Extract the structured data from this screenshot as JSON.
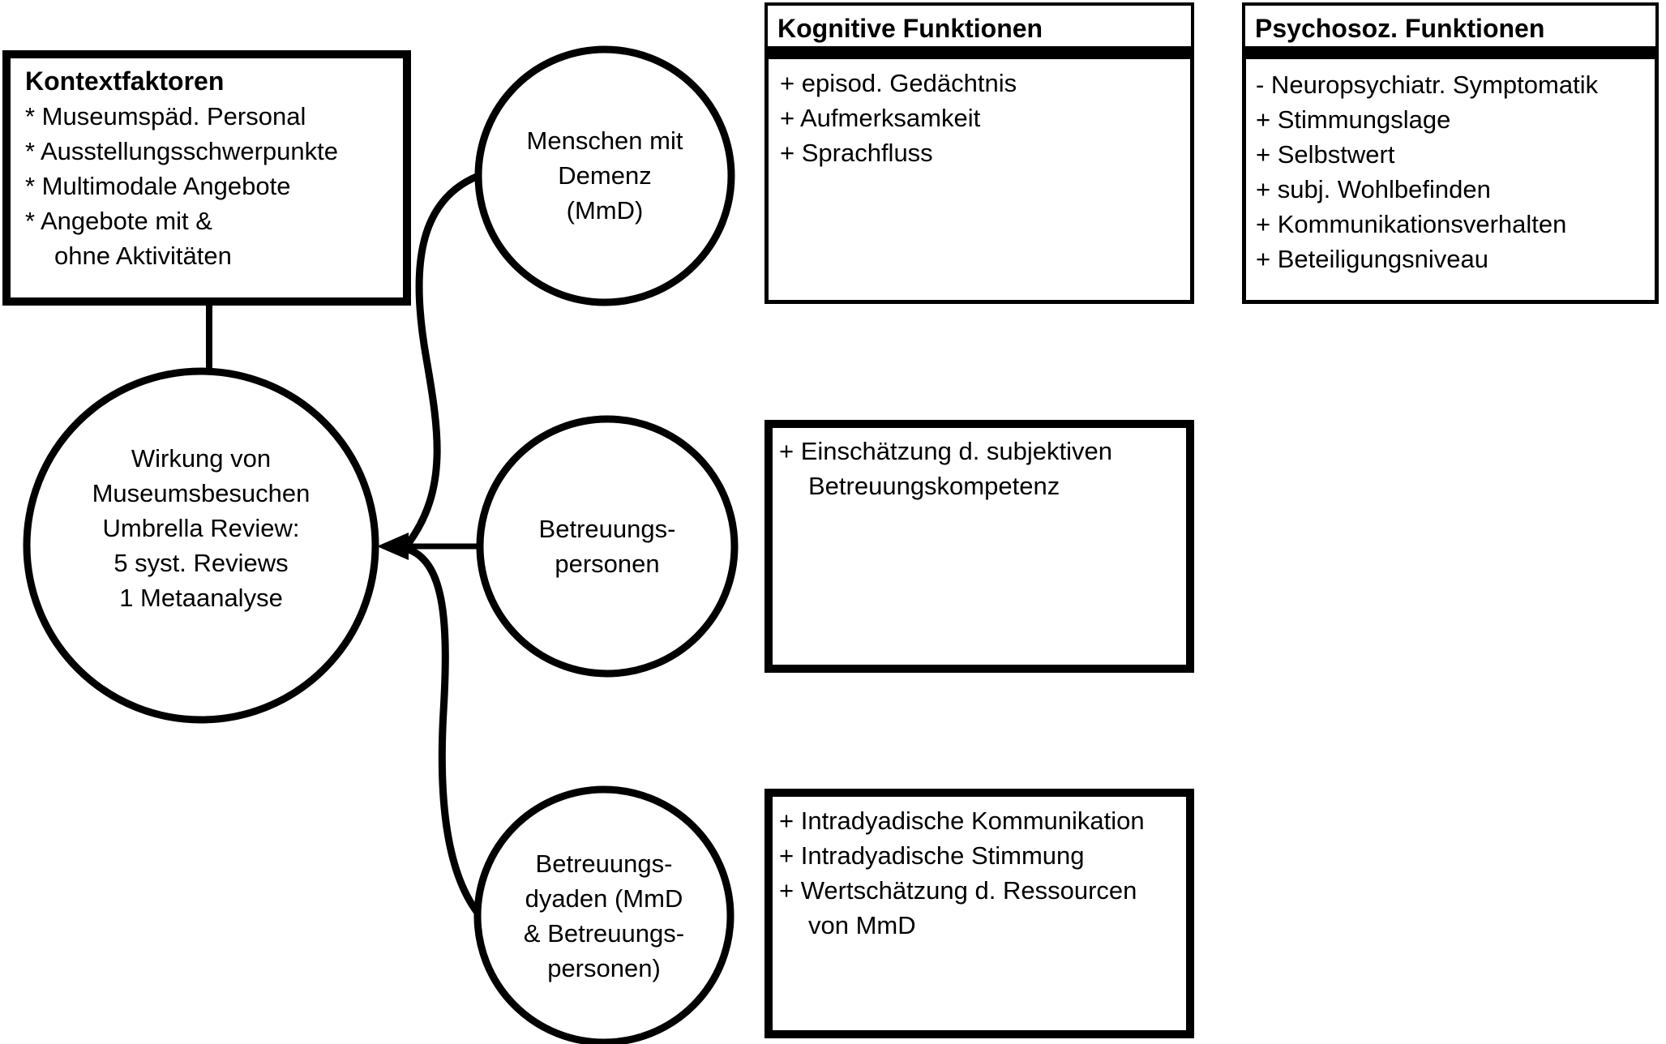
{
  "context_box": {
    "title": "Kontextfaktoren",
    "items": [
      "* Museumspäd. Personal",
      "* Ausstellungsschwerpunkte",
      "* Multimodale Angebote",
      "* Angebote mit &",
      "ohne Aktivitäten"
    ]
  },
  "main_circle": {
    "lines": [
      "Wirkung von",
      "Museumsbesuchen",
      "",
      "Umbrella Review:",
      "5 syst. Reviews",
      "1 Metaanalyse"
    ]
  },
  "circle_mmd": {
    "lines": [
      "Menschen mit",
      "Demenz",
      "(MmD)"
    ]
  },
  "circle_caregivers": {
    "lines": [
      "Betreuungs-",
      "personen"
    ]
  },
  "circle_dyads": {
    "lines": [
      "Betreuungs-",
      "dyaden (MmD",
      "& Betreuungs-",
      "personen)"
    ]
  },
  "cognitive_box": {
    "title": "Kognitive Funktionen",
    "items": [
      "+ episod. Gedächtnis",
      "+ Aufmerksamkeit",
      "+ Sprachfluss"
    ]
  },
  "psychosocial_box": {
    "title": "Psychosoz. Funktionen",
    "items": [
      "- Neuropsychiatr. Symptomatik",
      "+ Stimmungslage",
      "+ Selbstwert",
      "+ subj. Wohlbefinden",
      "+ Kommunikationsverhalten",
      "+ Beteiligungsniveau"
    ]
  },
  "caregiver_outcome_box": {
    "items": [
      "+ Einschätzung d. subjektiven",
      "Betreuungskompetenz"
    ]
  },
  "dyad_outcome_box": {
    "items": [
      "+ Intradyadische Kommunikation",
      "+ Intradyadische Stimmung",
      "+ Wertschätzung d. Ressourcen",
      "von MmD"
    ]
  },
  "colors": {
    "ink": "#000000",
    "background": "#ffffff"
  }
}
